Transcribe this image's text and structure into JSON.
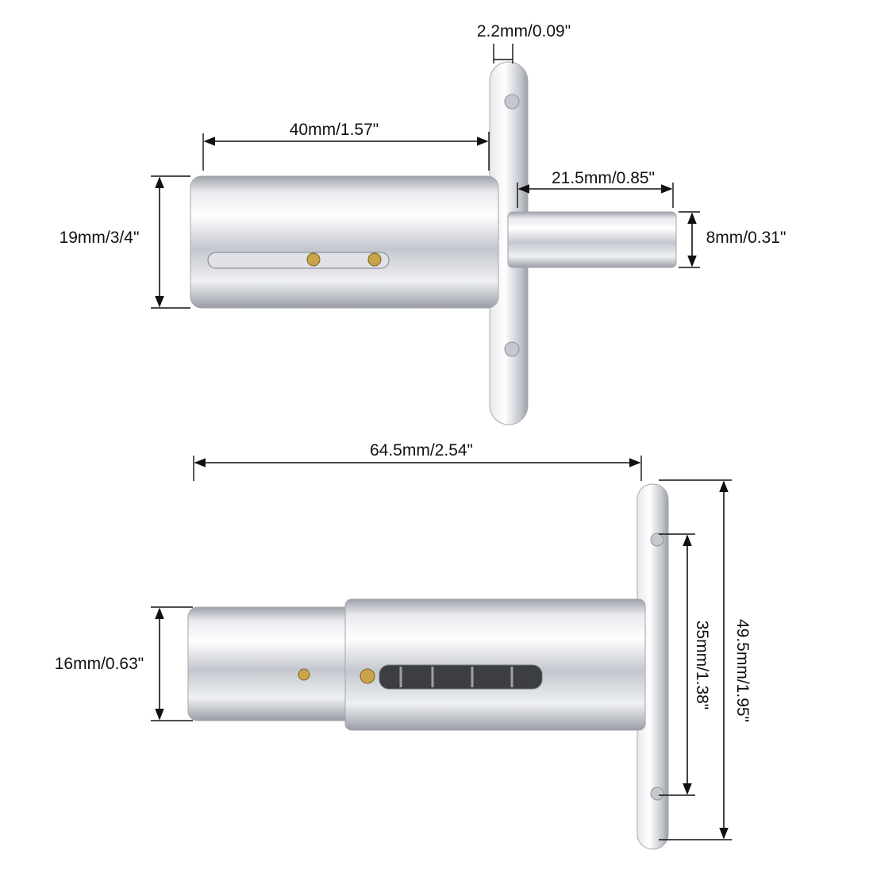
{
  "dimensions": {
    "flange_thickness": "2.2mm/0.09\"",
    "body_length_top": "40mm/1.57\"",
    "pin_length": "21.5mm/0.85\"",
    "body_diameter_top": "19mm/3/4\"",
    "pin_diameter": "8mm/0.31\"",
    "total_length_bottom": "64.5mm/2.54\"",
    "tip_diameter_bottom": "16mm/0.63\"",
    "hole_spacing": "35mm/1.38\"",
    "flange_height": "49.5mm/1.95\""
  },
  "colors": {
    "metal_light": "#f4f5f8",
    "metal_mid": "#c9ccd3",
    "metal_dark": "#8d9099",
    "brass": "#c9a44a"
  }
}
